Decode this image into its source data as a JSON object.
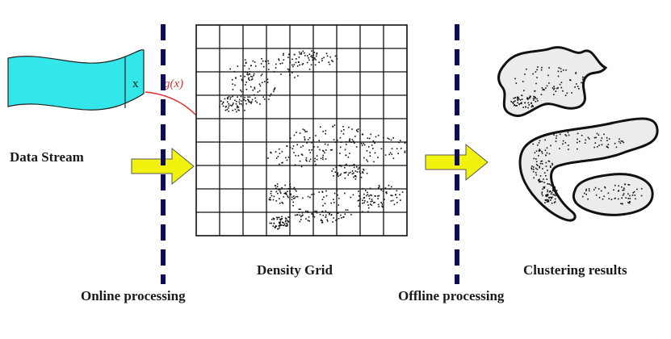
{
  "labels": {
    "data_stream": "Data Stream",
    "density_grid": "Density Grid",
    "clustering_results": "Clustering results",
    "online_processing": "Online processing",
    "offline_processing": "Offline processing",
    "x_symbol": "x",
    "mapping_function": "g(x)"
  },
  "colors": {
    "stream_fill": "#33e6ea",
    "arrow_fill": "#f2f20f",
    "divider": "#0d0d5c",
    "mapping_arrow": "#e03030"
  },
  "grid": {
    "rows": 9,
    "cols": 9
  }
}
